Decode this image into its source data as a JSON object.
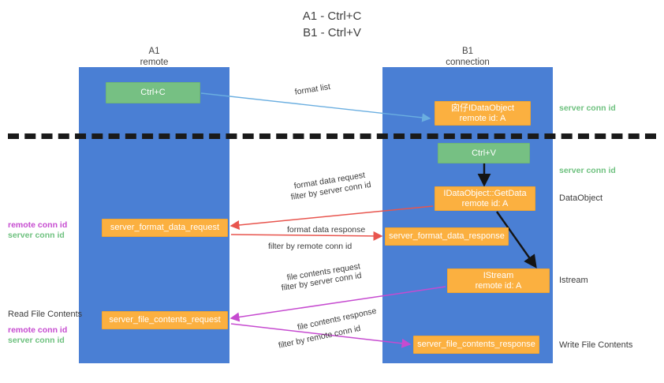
{
  "title": {
    "line1": "A1 - Ctrl+C",
    "line2": "B1 - Ctrl+V"
  },
  "lanes": [
    {
      "id": "a1",
      "name": "A1",
      "sub": "remote"
    },
    {
      "id": "b1",
      "name": "B1",
      "sub": "connection"
    }
  ],
  "boxes": {
    "ctrl_c": {
      "line1": "Ctrl+C",
      "line2": "",
      "color": "#76c083"
    },
    "idataobject": {
      "line1": "囟仔IDataObject",
      "line2": "remote id: A",
      "color": "#fbb040"
    },
    "ctrl_v": {
      "line1": "Ctrl+V",
      "line2": "",
      "color": "#76c083"
    },
    "getdata": {
      "line1": "IDataObject::GetData",
      "line2": "remote id: A",
      "color": "#fbb040"
    },
    "istream": {
      "line1": "IStream",
      "line2": "remote id: A",
      "color": "#fbb040"
    },
    "format_data_request": {
      "line1": "server_format_data_request",
      "line2": "",
      "color": "#fbb040"
    },
    "format_data_response": {
      "line1": "server_format_data_response",
      "line2": "",
      "color": "#fbb040"
    },
    "file_contents_request": {
      "line1": "server_file_contents_request",
      "line2": "",
      "color": "#fbb040"
    },
    "file_contents_response": {
      "line1": "server_file_contents_response",
      "line2": "",
      "color": "#fbb040"
    }
  },
  "edge_labels": {
    "format_list": "format list",
    "format_data_request": "format data request",
    "format_data_request_filter_prefix": "filter by ",
    "format_data_request_filter_id": "server conn id",
    "format_data_response": "format data response",
    "format_data_response_filter_prefix": "filter by ",
    "format_data_response_filter_id": "remote conn id",
    "file_contents_request": "file contents request",
    "file_contents_request_filter_prefix": "filter by ",
    "file_contents_request_filter_id": "server conn id",
    "file_contents_response": "file contents response",
    "file_contents_response_filter_prefix": "filter by ",
    "file_contents_response_filter_id": "remote conn id"
  },
  "right_labels": {
    "server_conn_id_top": "server conn id",
    "server_conn_id_mid": "server conn id",
    "dataobject": "DataObject",
    "istream": "Istream",
    "write_file_contents": "Write File Contents"
  },
  "left_labels": {
    "remote_conn_id_top": "remote conn id",
    "server_conn_id_top": "server conn id",
    "read_file_contents": "Read File Contents",
    "remote_conn_id_bottom": "remote conn id",
    "server_conn_id_bottom": "server conn id"
  },
  "colors": {
    "lane": "#4a7fd4",
    "green": "#76c083",
    "orange": "#fbb040",
    "green_text": "#6ec17f",
    "magenta_text": "#c64bd0",
    "arrow_blue": "#6aaee0",
    "arrow_red": "#e8554e",
    "arrow_black": "#141414",
    "arrow_magenta": "#c64bd0",
    "divider": "#1a1a1a"
  }
}
